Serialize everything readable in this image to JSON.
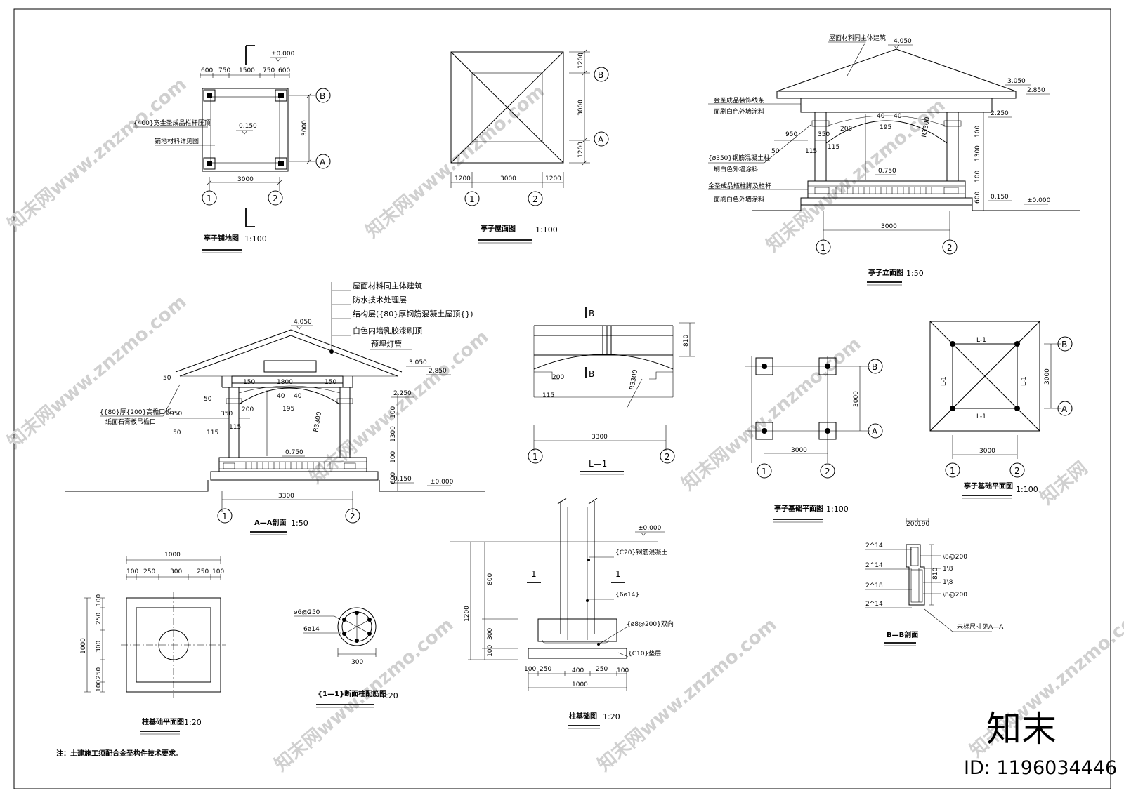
{
  "brand": {
    "logo_text": "知末",
    "id_text": "ID: 1196034446"
  },
  "note": "注：土建施工须配合金圣构件技术要求。",
  "drawings": {
    "floor_plan": {
      "title": "亭子铺地图",
      "scale": "1:100",
      "dims_top": [
        "600",
        "750",
        "1500",
        "750",
        "600"
      ],
      "dim_bottom": "3000",
      "dim_right": "3000",
      "level_top": "±0.000",
      "level_center": "0.150",
      "note1": "{400}宽金圣成品栏杆压顶",
      "note2": "铺地材料详见图",
      "axes": [
        "1",
        "2",
        "A",
        "B"
      ]
    },
    "roof_plan": {
      "title": "亭子屋面图",
      "scale": "1:100",
      "dims_bottom": [
        "1200",
        "3000",
        "1200"
      ],
      "dims_right": [
        "1200",
        "3000",
        "1200"
      ],
      "axes": [
        "1",
        "2",
        "A",
        "B"
      ]
    },
    "elevation": {
      "title": "亭子立面图",
      "scale": "1:50",
      "note_roof": "屋面材料同主体建筑",
      "note_left1": "金圣成品装饰线条",
      "note_left2": "面刷白色外墙涂料",
      "note_left3": "{ø350}钢筋混凝土柱",
      "note_left4": "刷白色外墙涂料",
      "note_left5": "金圣成品瓶柱脚及栏杆",
      "note_left6": "面刷白色外墙涂料",
      "levels": [
        "4.050",
        "3.050",
        "2.850",
        "2.250",
        "0.750",
        "0.150",
        "±0.000"
      ],
      "dims_misc": [
        "950",
        "350",
        "200",
        "50",
        "115",
        "115",
        "40",
        "40",
        "195",
        "R3300",
        "100",
        "100",
        "1300",
        "100",
        "600"
      ],
      "dim_bottom": "3000",
      "axes": [
        "1",
        "2"
      ]
    },
    "section_aa": {
      "title": "A—A剖面",
      "scale": "1:50",
      "notes": [
        "屋面材料同主体建筑",
        "防水技术处理层",
        "结构层({80}厚钢筋混凝土屋顶{})",
        "白色内墙乳胶漆刷顶",
        "预埋灯管"
      ],
      "note_left1": "{{80}厚{200}高檐口板",
      "note_left2": "纸面石膏板吊檐口",
      "levels": [
        "4.050",
        "3.050",
        "2.850",
        "2.250",
        "0.750",
        "0.150",
        "±0.000"
      ],
      "dims_misc": [
        "50",
        "150",
        "1800",
        "150",
        "50",
        "40",
        "40",
        "195",
        "950",
        "350",
        "200",
        "50",
        "115",
        "115",
        "R3300",
        "100",
        "100",
        "1300",
        "100",
        "600"
      ],
      "dim_bottom": "3300",
      "axes": [
        "1",
        "2"
      ]
    },
    "beam_l1": {
      "title": "L—1",
      "labels": [
        "B",
        "B"
      ],
      "dims": [
        "810",
        "200",
        "115",
        "R3300",
        "3300"
      ],
      "axes": [
        "1",
        "2"
      ]
    },
    "foundation_plan": {
      "title": "亭子基础平面图",
      "scale": "1:100",
      "dim_bottom": "3000",
      "dim_right": "3000",
      "axes": [
        "1",
        "2",
        "A",
        "B"
      ]
    },
    "foundation_beam_plan": {
      "title": "亭子基础平面图",
      "scale": "1:100",
      "beam_labels": [
        "L-1",
        "L-1",
        "L-1",
        "L-1"
      ],
      "dim_bottom": "3000",
      "dim_right": "3000",
      "axes": [
        "1",
        "2",
        "A",
        "B"
      ]
    },
    "footing_plan": {
      "title": "柱基础平面图",
      "scale": "1:20",
      "dims_top_total": "1000",
      "dims_top": [
        "100",
        "250",
        "300",
        "250",
        "100"
      ],
      "dims_left_total": "1000",
      "dims_left": [
        "100",
        "250",
        "300",
        "250",
        "100"
      ]
    },
    "column_section": {
      "title": "{1—1}断面柱配筋图",
      "scale": "1:20",
      "labels": [
        "ø6@250",
        "6ø14"
      ],
      "dim": "300"
    },
    "footing_section": {
      "title": "柱基础图",
      "scale": "1:20",
      "level": "±0.000",
      "labels": [
        "{C20}钢筋混凝土",
        "{6ø14}",
        "{ø8@200}双向",
        "{C10}垫层"
      ],
      "cut": [
        "1",
        "1"
      ],
      "dims_left": [
        "1200",
        "800",
        "300",
        "100"
      ],
      "dims_bottom": [
        "100",
        "250",
        "400",
        "250",
        "100"
      ],
      "dim_bottom_total": "1000"
    },
    "beam_section": {
      "title": "B—B剖面",
      "dims_top": [
        "200",
        "190"
      ],
      "labels_left": [
        "2^14",
        "2^14",
        "2^18",
        "2^14"
      ],
      "labels_right": [
        "\\8@200",
        "1\\8",
        "1\\8",
        "\\8@200"
      ],
      "dim_right": "810",
      "note": "未标尺寸见A—A"
    }
  }
}
